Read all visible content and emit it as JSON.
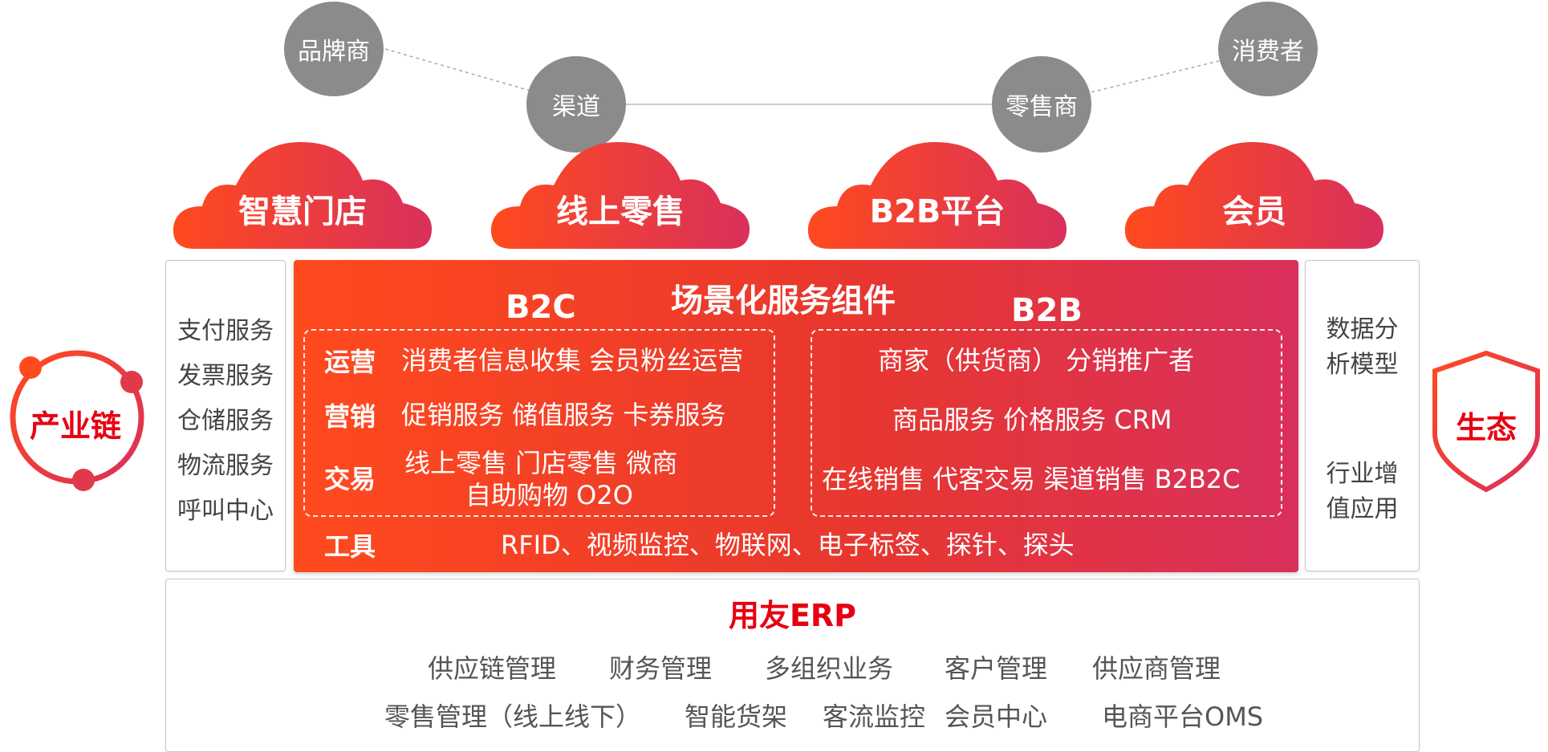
{
  "ecosystem_nodes": [
    "品牌商",
    "渠道",
    "零售商",
    "消费者"
  ],
  "clouds": [
    "智慧门店",
    "线上零售",
    "B2B平台",
    "会员"
  ],
  "left_badge": "产业链",
  "right_badge": "生态",
  "left_services": [
    "支付服务",
    "发票服务",
    "仓储服务",
    "物流服务",
    "呼叫中心"
  ],
  "right_box": {
    "line1": "数据分",
    "line2": "析模型",
    "line3": "行业增",
    "line4": "值应用"
  },
  "main": {
    "title": "场景化服务组件",
    "b2c_label": "B2C",
    "b2b_label": "B2B",
    "b2c": {
      "ops_label": "运营",
      "ops_items": "消费者信息收集  会员粉丝运营",
      "mkt_label": "营销",
      "mkt_items": "促销服务  储值服务  卡券服务",
      "trade_label": "交易",
      "trade_line1": "线上零售  门店零售  微商",
      "trade_line2": "自助购物  O2O"
    },
    "b2b": {
      "row1": "商家（供货商）  分销推广者",
      "row2": "商品服务  价格服务  CRM",
      "row3": "在线销售  代客交易  渠道销售  B2B2C"
    },
    "tools_label": "工具",
    "tools_items": "RFID、视频监控、物联网、电子标签、探针、探头"
  },
  "erp": {
    "title": "用友ERP",
    "row1": [
      "供应链管理",
      "财务管理",
      "多组织业务",
      "客户管理",
      "供应商管理"
    ],
    "row2": [
      "零售管理（线上线下）",
      "智能货架",
      "客流监控",
      "会员中心",
      "电商平台OMS"
    ]
  },
  "colors": {
    "accent_red": "#e8372e",
    "orange": "#ff4a1e",
    "pink": "#d9305c",
    "grey_node": "#8b8b8b",
    "brand_text": "#e60012"
  }
}
